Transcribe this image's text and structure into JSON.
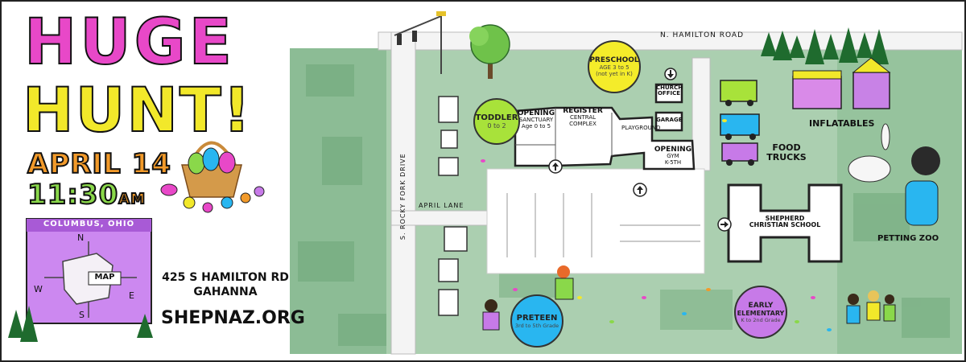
{
  "event": {
    "title_line1": "HUGE",
    "title_line2": "HUNT!",
    "date": "APRIL 14",
    "time": "11:30",
    "time_suffix": "AM"
  },
  "inset_map": {
    "city": "COLUMBUS, OHIO",
    "label": "MAP",
    "compass": {
      "n": "N",
      "s": "S",
      "e": "E",
      "w": "W"
    }
  },
  "address": {
    "street": "425 S HAMILTON RD",
    "city": "GAHANNA",
    "website": "SHEPNAZ.ORG"
  },
  "roads": {
    "north": "N. HAMILTON ROAD",
    "west": "S. ROCKY FORK DRIVE",
    "lane": "APRIL LANE"
  },
  "buildings": {
    "opening_sanctuary": {
      "title": "OPENING",
      "sub1": "SANCTUARY",
      "sub2": "Age 0 to 5"
    },
    "register": {
      "title": "REGISTER",
      "sub1": "CENTRAL",
      "sub2": "COMPLEX"
    },
    "playground": "PLAYGROUND",
    "garage": "GARAGE",
    "church_office": {
      "line1": "CHURCH",
      "line2": "OFFICE"
    },
    "opening_gym": {
      "title": "OPENING",
      "sub1": "GYM",
      "sub2": "K-5TH"
    },
    "school": {
      "line1": "SHEPHERD",
      "line2": "CHRISTIAN SCHOOL"
    }
  },
  "zones": {
    "toddler": {
      "title": "TODDLER",
      "sub": "0 to 2"
    },
    "preschool": {
      "title": "PRESCHOOL",
      "sub1": "AGE 3 to 5",
      "sub2": "(not yet in K)"
    },
    "preteen": {
      "title": "PRETEEN",
      "sub": "3rd to 5th Grade"
    },
    "early_elementary": {
      "title1": "EARLY",
      "title2": "ELEMENTARY",
      "sub": "K to 2nd Grade"
    }
  },
  "attractions": {
    "inflatables": "INFLATABLES",
    "food_trucks_1": "FOOD",
    "food_trucks_2": "TRUCKS",
    "petting_zoo": "PETTING ZOO"
  },
  "colors": {
    "grass": "#8fbf96",
    "grass_dark": "#6ea57a",
    "bubble_green": "#a8e23a",
    "bubble_yellow": "#f4ec2a",
    "bubble_blue": "#29b6f0",
    "bubble_purple": "#c77ae8",
    "title_pink": "#e848c8",
    "title_yellow": "#f2e82a",
    "title_orange": "#f29a2a",
    "title_green": "#8ad84a",
    "inset_purple": "#cc88f0"
  }
}
